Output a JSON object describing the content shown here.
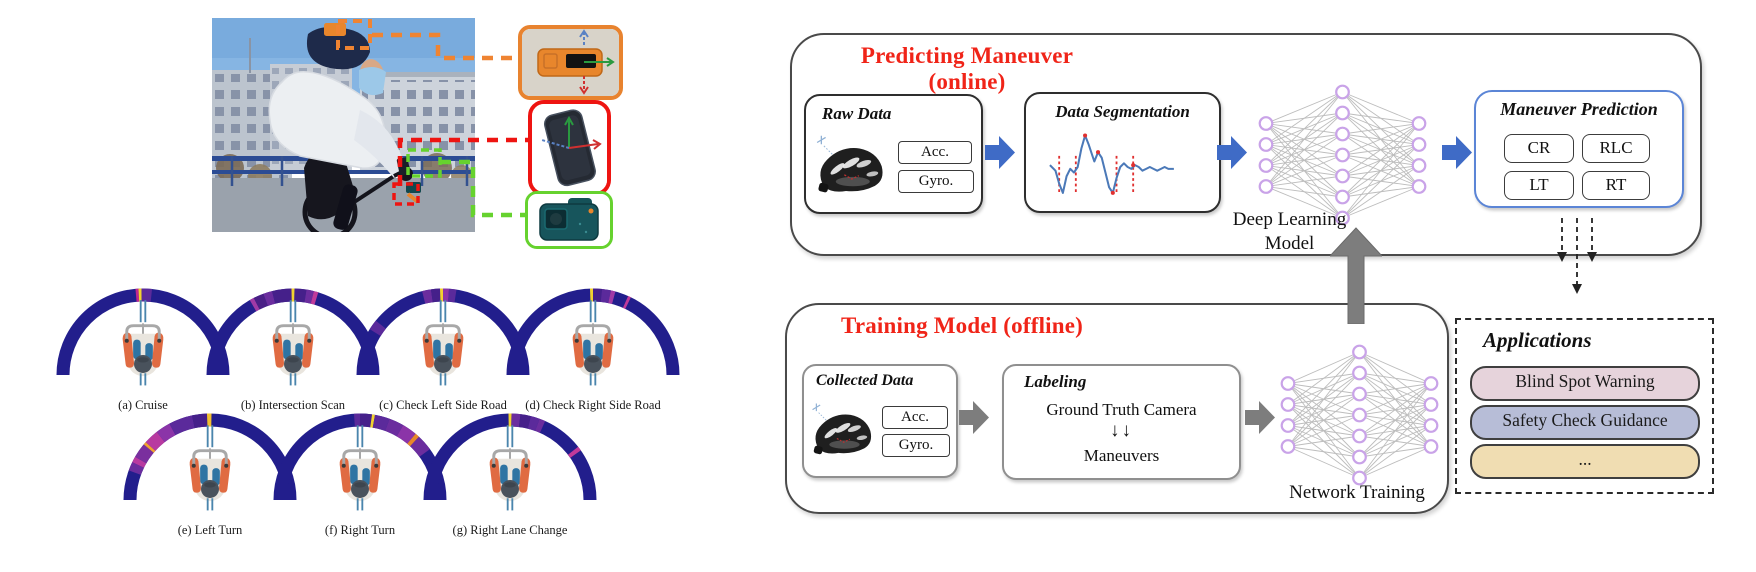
{
  "photo_panel": {
    "description": "cyclist riding with helmet IMU, handlebar phone and action camera",
    "callouts": [
      {
        "id": "imu",
        "name": "helmet-imu-sensor",
        "border": "#e8832f"
      },
      {
        "id": "phone",
        "name": "smartphone-sensor",
        "border": "#ee1411"
      },
      {
        "id": "camera",
        "name": "action-camera",
        "border": "#6fd62e"
      }
    ]
  },
  "maneuvers": {
    "arc_color": "#221e8c",
    "items": [
      {
        "label": "(a) Cruise",
        "segments": [
          [
            -5,
            -3,
            "#c2268f"
          ],
          [
            -3,
            -1,
            "#f2d230"
          ],
          [
            -1,
            6,
            "#5b2a9b"
          ]
        ]
      },
      {
        "label": "(b) Intersection Scan",
        "segments": [
          [
            -30,
            -27,
            "#a03aa6"
          ],
          [
            -27,
            -20,
            "#4a1f86"
          ],
          [
            -20,
            -14,
            "#6b2d9e"
          ],
          [
            -14,
            -1,
            "#45208a"
          ],
          [
            -1,
            1,
            "#f2d230"
          ],
          [
            1,
            9,
            "#45208a"
          ],
          [
            9,
            14,
            "#6b2d9e"
          ],
          [
            14,
            17,
            "#c03a9a"
          ]
        ]
      },
      {
        "label": "(c) Check Left Side Road",
        "segments": [
          [
            -58,
            -51,
            "#5b2a9b"
          ],
          [
            -14,
            -8,
            "#6b2d9e"
          ],
          [
            -8,
            -2,
            "#45208a"
          ],
          [
            -2,
            0,
            "#f2d230"
          ],
          [
            0,
            4,
            "#8b34a8"
          ],
          [
            4,
            9,
            "#5b2a9b"
          ]
        ]
      },
      {
        "label": "(d) Check Right Side Road",
        "segments": [
          [
            -2,
            0,
            "#f2d230"
          ],
          [
            0,
            6,
            "#45208a"
          ],
          [
            6,
            12,
            "#5b2a9b"
          ],
          [
            12,
            15,
            "#a03aa6"
          ],
          [
            24,
            26,
            "#c03a9a"
          ]
        ]
      },
      {
        "label": "(e) Left Turn",
        "segments": [
          [
            -70,
            -64,
            "#6b2d9e"
          ],
          [
            -64,
            -60,
            "#b83aa0"
          ],
          [
            -60,
            -50,
            "#7a2f9e"
          ],
          [
            -50,
            -48,
            "#f2a230"
          ],
          [
            -48,
            -38,
            "#b83aa0"
          ],
          [
            -38,
            -28,
            "#8b34a8"
          ],
          [
            -28,
            -12,
            "#5b2a9b"
          ],
          [
            -12,
            -2,
            "#45208a"
          ],
          [
            -2,
            1,
            "#f2c030"
          ]
        ]
      },
      {
        "label": "(f) Right Turn",
        "segments": [
          [
            -4,
            0,
            "#5b2a9b"
          ],
          [
            0,
            8,
            "#45208a"
          ],
          [
            8,
            10,
            "#f2d230"
          ],
          [
            10,
            20,
            "#5b2a9b"
          ],
          [
            20,
            30,
            "#6b2d9e"
          ],
          [
            30,
            40,
            "#8b34a8"
          ],
          [
            40,
            43,
            "#e8872a"
          ],
          [
            43,
            54,
            "#6b2d9e"
          ]
        ]
      },
      {
        "label": "(g) Right Lane Change",
        "segments": [
          [
            -1,
            1,
            "#f2d230"
          ],
          [
            1,
            7,
            "#6b2d9e"
          ],
          [
            7,
            14,
            "#45208a"
          ],
          [
            14,
            20,
            "#5b2a9b"
          ],
          [
            20,
            24,
            "#6b2d9e"
          ],
          [
            52,
            55,
            "#c03a9a"
          ]
        ]
      }
    ]
  },
  "pipeline": {
    "online": {
      "title": "Predicting Maneuver (online)",
      "raw_data": {
        "title": "Raw Data",
        "acc": "Acc.",
        "gyro": "Gyro."
      },
      "segmentation": {
        "title": "Data Segmentation"
      },
      "dl_label_1": "Deep Learning",
      "dl_label_2": "Model",
      "prediction": {
        "title": "Maneuver Prediction",
        "classes": [
          "CR",
          "RLC",
          "LT",
          "RT"
        ]
      }
    },
    "offline": {
      "title": "Training Model (offline)",
      "collected": {
        "title": "Collected Data",
        "acc": "Acc.",
        "gyro": "Gyro."
      },
      "labeling": {
        "title": "Labeling",
        "source": "Ground Truth Camera",
        "arrows": "↓↓",
        "target": "Maneuvers"
      },
      "network_label": "Network Training"
    },
    "applications": {
      "title": "Applications",
      "items": [
        {
          "label": "Blind Spot Warning",
          "bg": "#e6d3db"
        },
        {
          "label": "Safety Check Guidance",
          "bg": "#b7bdd7"
        },
        {
          "label": "...",
          "bg": "#f0ddb2"
        }
      ]
    },
    "network": {
      "layers": [
        4,
        7,
        4
      ]
    },
    "colors": {
      "title_red": "#f02418",
      "arrow_blue": "#3f6bc6",
      "arrow_gray": "#7d7d7d",
      "node_stroke": "#c9a3e8",
      "edge_gray": "#bdbdbd",
      "mp_border": "#5b85d6"
    }
  }
}
